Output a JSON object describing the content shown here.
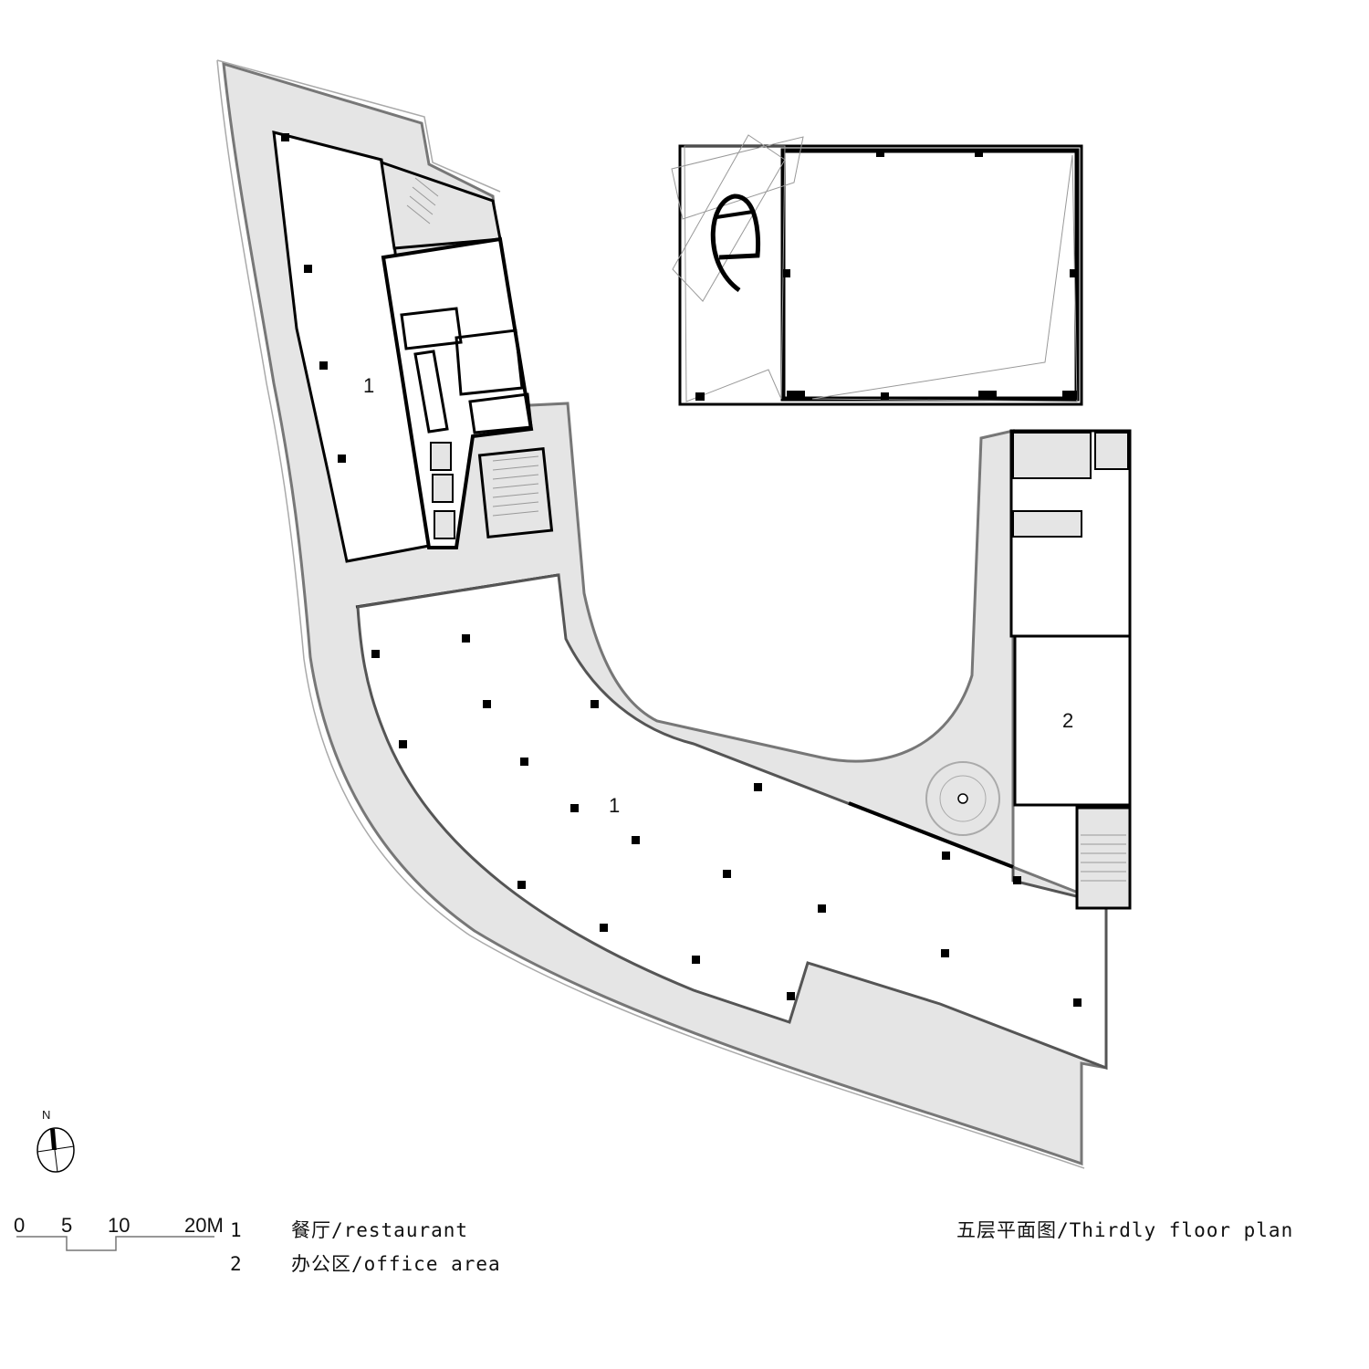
{
  "title": "五层平面图/Thirdly floor plan",
  "north": {
    "label": "N"
  },
  "scale_bar": {
    "ticks": [
      "0",
      "5",
      "10",
      "20M"
    ],
    "unit": "M"
  },
  "legend": [
    {
      "number": "1",
      "text": "餐厅/restaurant"
    },
    {
      "number": "2",
      "text": "办公区/office area"
    }
  ],
  "rooms": [
    {
      "id": "restaurant-north",
      "label": "1"
    },
    {
      "id": "restaurant-main",
      "label": "1"
    },
    {
      "id": "office-area",
      "label": "2"
    }
  ],
  "colors": {
    "terrace_fill": "#e5e5e5",
    "wall": "#000000",
    "glazing": "#777777",
    "outline": "#999999",
    "background": "#ffffff"
  }
}
